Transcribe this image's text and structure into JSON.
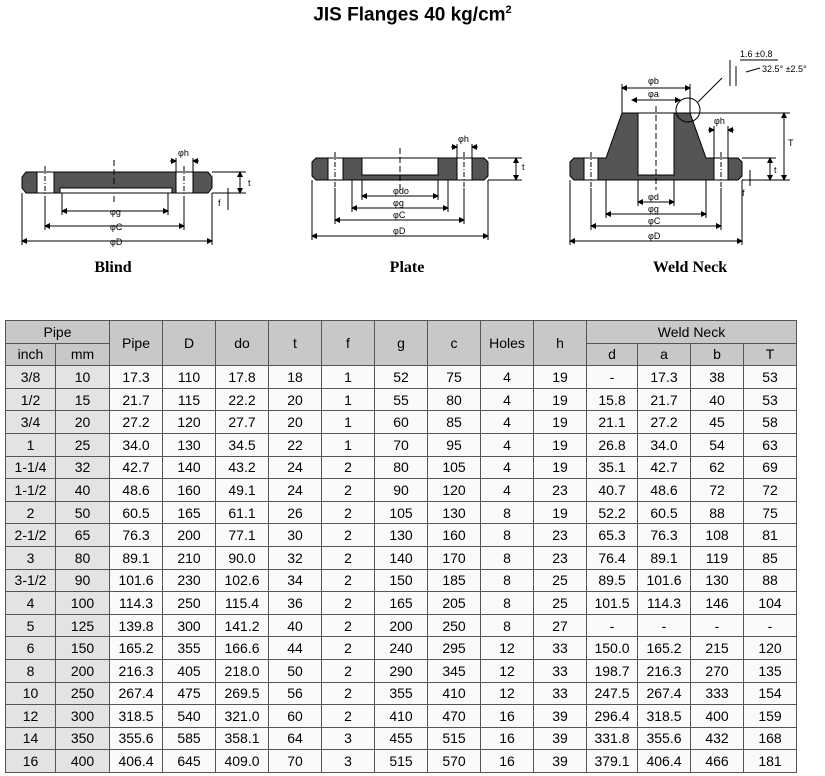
{
  "title": "JIS Flanges 40 kg/cm",
  "title_sup": "2",
  "diagram": {
    "captions": [
      "Blind",
      "Plate",
      "Weld Neck"
    ],
    "labels": {
      "phi_h": "φh",
      "phi_g": "φg",
      "phi_C": "φC",
      "phi_D": "φD",
      "phi_do": "φdo",
      "phi_d": "φd",
      "phi_b": "φb",
      "phi_a": "φa",
      "t": "t",
      "f": "f",
      "T": "T",
      "tol1": "1.6 ±0.8",
      "tol2": "32.5° ±2.5°"
    }
  },
  "table": {
    "group_pipe": "Pipe",
    "group_weld": "Weld Neck",
    "sub_inch": "inch",
    "sub_mm": "mm",
    "cols": [
      "Pipe",
      "D",
      "do",
      "t",
      "f",
      "g",
      "c",
      "Holes",
      "h"
    ],
    "weld_cols": [
      "d",
      "a",
      "b",
      "T"
    ],
    "rows": [
      [
        "3/8",
        "10",
        "17.3",
        "110",
        "17.8",
        "18",
        "1",
        "52",
        "75",
        "4",
        "19",
        "-",
        "17.3",
        "38",
        "53"
      ],
      [
        "1/2",
        "15",
        "21.7",
        "115",
        "22.2",
        "20",
        "1",
        "55",
        "80",
        "4",
        "19",
        "15.8",
        "21.7",
        "40",
        "53"
      ],
      [
        "3/4",
        "20",
        "27.2",
        "120",
        "27.7",
        "20",
        "1",
        "60",
        "85",
        "4",
        "19",
        "21.1",
        "27.2",
        "45",
        "58"
      ],
      [
        "1",
        "25",
        "34.0",
        "130",
        "34.5",
        "22",
        "1",
        "70",
        "95",
        "4",
        "19",
        "26.8",
        "34.0",
        "54",
        "63"
      ],
      [
        "1-1/4",
        "32",
        "42.7",
        "140",
        "43.2",
        "24",
        "2",
        "80",
        "105",
        "4",
        "19",
        "35.1",
        "42.7",
        "62",
        "69"
      ],
      [
        "1-1/2",
        "40",
        "48.6",
        "160",
        "49.1",
        "24",
        "2",
        "90",
        "120",
        "4",
        "23",
        "40.7",
        "48.6",
        "72",
        "72"
      ],
      [
        "2",
        "50",
        "60.5",
        "165",
        "61.1",
        "26",
        "2",
        "105",
        "130",
        "8",
        "19",
        "52.2",
        "60.5",
        "88",
        "75"
      ],
      [
        "2-1/2",
        "65",
        "76.3",
        "200",
        "77.1",
        "30",
        "2",
        "130",
        "160",
        "8",
        "23",
        "65.3",
        "76.3",
        "108",
        "81"
      ],
      [
        "3",
        "80",
        "89.1",
        "210",
        "90.0",
        "32",
        "2",
        "140",
        "170",
        "8",
        "23",
        "76.4",
        "89.1",
        "119",
        "85"
      ],
      [
        "3-1/2",
        "90",
        "101.6",
        "230",
        "102.6",
        "34",
        "2",
        "150",
        "185",
        "8",
        "25",
        "89.5",
        "101.6",
        "130",
        "88"
      ],
      [
        "4",
        "100",
        "114.3",
        "250",
        "115.4",
        "36",
        "2",
        "165",
        "205",
        "8",
        "25",
        "101.5",
        "114.3",
        "146",
        "104"
      ],
      [
        "5",
        "125",
        "139.8",
        "300",
        "141.2",
        "40",
        "2",
        "200",
        "250",
        "8",
        "27",
        "-",
        "-",
        "-",
        "-"
      ],
      [
        "6",
        "150",
        "165.2",
        "355",
        "166.6",
        "44",
        "2",
        "240",
        "295",
        "12",
        "33",
        "150.0",
        "165.2",
        "215",
        "120"
      ],
      [
        "8",
        "200",
        "216.3",
        "405",
        "218.0",
        "50",
        "2",
        "290",
        "345",
        "12",
        "33",
        "198.7",
        "216.3",
        "270",
        "135"
      ],
      [
        "10",
        "250",
        "267.4",
        "475",
        "269.5",
        "56",
        "2",
        "355",
        "410",
        "12",
        "33",
        "247.5",
        "267.4",
        "333",
        "154"
      ],
      [
        "12",
        "300",
        "318.5",
        "540",
        "321.0",
        "60",
        "2",
        "410",
        "470",
        "16",
        "39",
        "296.4",
        "318.5",
        "400",
        "159"
      ],
      [
        "14",
        "350",
        "355.6",
        "585",
        "358.1",
        "64",
        "3",
        "455",
        "515",
        "16",
        "39",
        "331.8",
        "355.6",
        "432",
        "168"
      ],
      [
        "16",
        "400",
        "406.4",
        "645",
        "409.0",
        "70",
        "3",
        "515",
        "570",
        "16",
        "39",
        "379.1",
        "406.4",
        "466",
        "181"
      ]
    ]
  }
}
